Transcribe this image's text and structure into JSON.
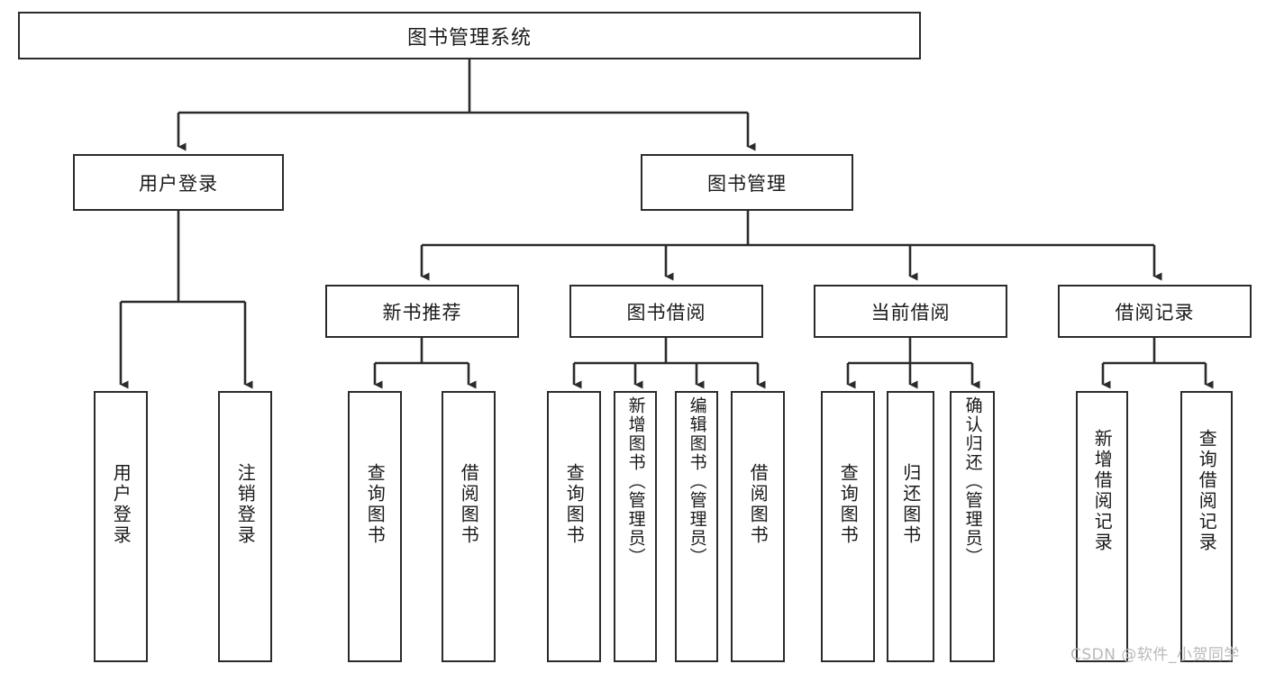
{
  "diagram": {
    "title": "图书管理系统",
    "type": "tree-hierarchy",
    "watermark": "CSDN @软件_小贺同学",
    "colors": {
      "stroke": "#2b2b2b",
      "fill": "#ffffff",
      "text": "#1a1a1a",
      "watermark": "#b9b9b9"
    },
    "root": {
      "label": "图书管理系统"
    },
    "level2": [
      {
        "label": "用户登录"
      },
      {
        "label": "图书管理"
      }
    ],
    "level3": [
      {
        "label": "新书推荐"
      },
      {
        "label": "图书借阅"
      },
      {
        "label": "当前借阅"
      },
      {
        "label": "借阅记录"
      }
    ],
    "leaves": {
      "user_login": [
        {
          "label": "用户登录"
        },
        {
          "label": "注销登录"
        }
      ],
      "new_book_recommend": [
        {
          "label": "查询图书"
        },
        {
          "label": "借阅图书"
        }
      ],
      "book_borrow": [
        {
          "label": "查询图书"
        },
        {
          "label": "新增图书（管理员）"
        },
        {
          "label": "编辑图书（管理员）"
        },
        {
          "label": "借阅图书"
        }
      ],
      "current_borrow": [
        {
          "label": "查询图书"
        },
        {
          "label": "归还图书"
        },
        {
          "label": "确认归还（管理员）"
        }
      ],
      "borrow_record": [
        {
          "label": "新增借阅记录"
        },
        {
          "label": "查询借阅记录"
        }
      ]
    }
  }
}
